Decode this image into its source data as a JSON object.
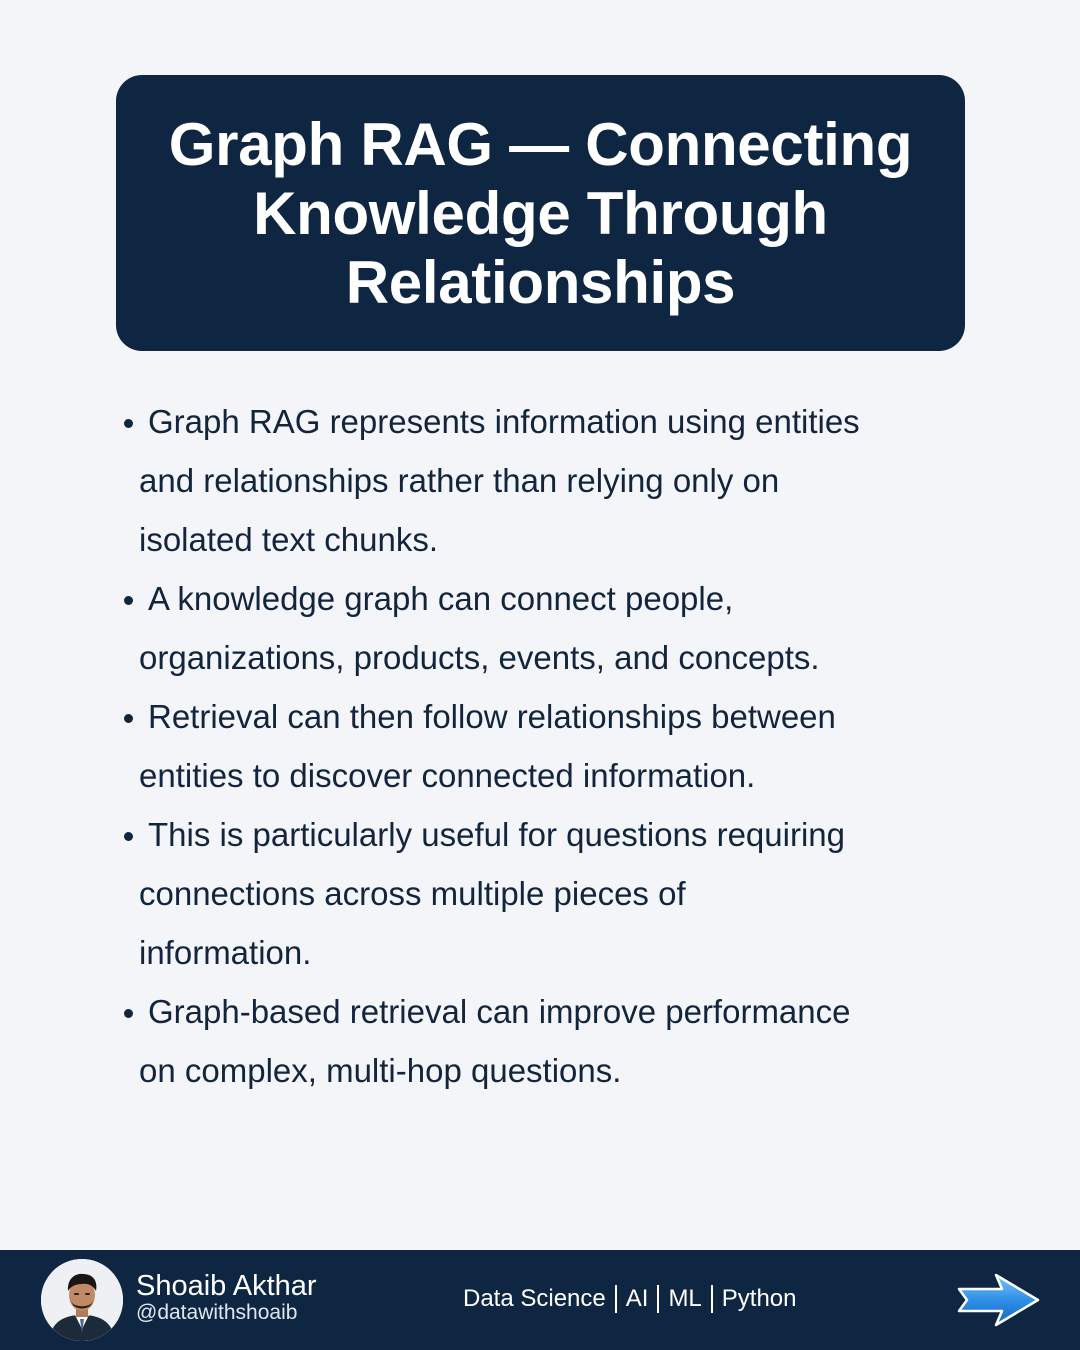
{
  "title": "Graph RAG — Connecting Knowledge Through Relationships",
  "title_lines": [
    "Graph RAG — Connecting",
    "Knowledge Through",
    "Relationships"
  ],
  "bullets": [
    {
      "text": "Graph RAG represents information using entities and relationships rather than relying only on isolated text chunks.",
      "lines": [
        "Graph RAG represents information using entities",
        "and relationships rather than relying only on",
        "isolated text chunks."
      ]
    },
    {
      "text": "A knowledge graph can connect people, organizations, products, events, and concepts.",
      "lines": [
        "A knowledge graph can connect people,",
        "organizations, products, events, and concepts."
      ]
    },
    {
      "text": "Retrieval can then follow relationships between entities to discover connected information.",
      "lines": [
        "Retrieval can then follow relationships between",
        "entities to discover connected information."
      ]
    },
    {
      "text": "This is particularly useful for questions requiring connections across multiple pieces of information.",
      "lines": [
        "This is particularly useful for questions requiring",
        "connections across multiple pieces of",
        "information."
      ]
    },
    {
      "text": "Graph-based retrieval can improve performance on complex, multi-hop questions.",
      "lines": [
        "Graph-based retrieval can improve performance",
        "on complex, multi-hop questions."
      ]
    }
  ],
  "footer": {
    "author_name": "Shoaib Akthar",
    "author_handle": "@datawithshoaib",
    "tags": [
      "Data Science",
      "AI",
      "ML",
      "Python"
    ],
    "avatar_icon": "profile-photo",
    "next_icon": "arrow-right-icon"
  },
  "colors": {
    "background": "#f3f5f9",
    "navy": "#0e2642",
    "text": "#13243d",
    "arrow": "#2f8fe6"
  }
}
